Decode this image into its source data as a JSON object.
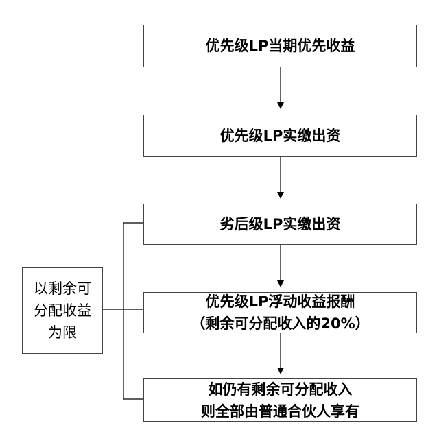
{
  "flow": {
    "steps": [
      {
        "lines": [
          "优先级LP当期优先收益"
        ]
      },
      {
        "lines": [
          "优先级LP实缴出资"
        ]
      },
      {
        "lines": [
          "劣后级LP实缴出资"
        ]
      },
      {
        "lines": [
          "优先级LP浮动收益报酬",
          "（剩余可分配收入的20%）"
        ]
      },
      {
        "lines": [
          "如仍有剩余可分配收入",
          "则全部由普通合伙人享有"
        ]
      }
    ],
    "side_note": {
      "lines": [
        "以剩余可",
        "分配收益",
        "为限"
      ]
    }
  }
}
